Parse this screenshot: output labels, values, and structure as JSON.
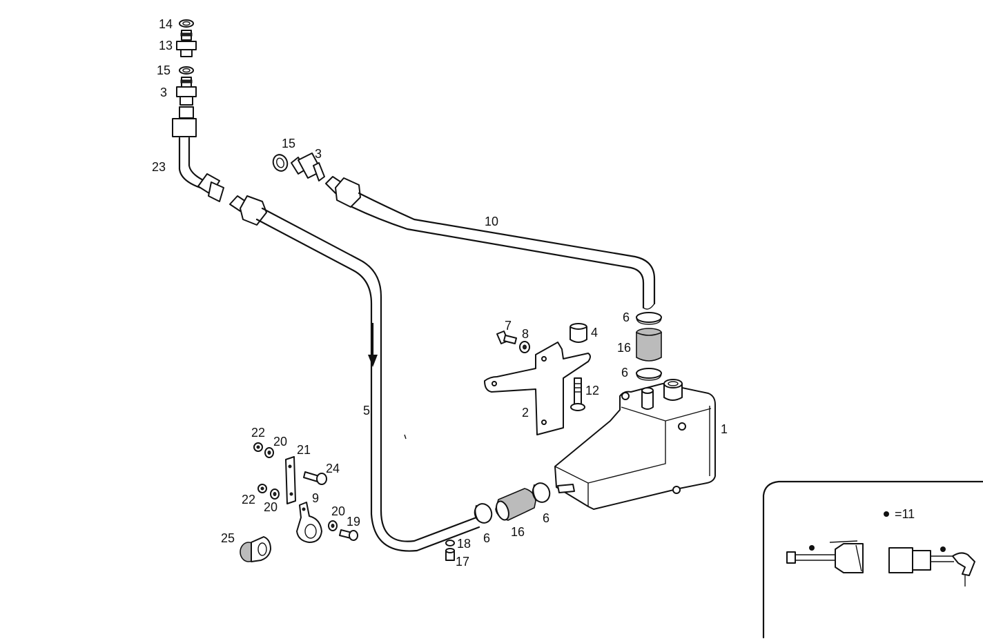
{
  "labels": {
    "l14": "14",
    "l13": "13",
    "l15a": "15",
    "l3a": "3",
    "l23": "23",
    "l15b": "15",
    "l3b": "3",
    "l10": "10",
    "l5": "5",
    "l6a": "6",
    "l16a": "16",
    "l6b": "6",
    "l7": "7",
    "l8": "8",
    "l4": "4",
    "l12": "12",
    "l2": "2",
    "l1": "1",
    "l22a": "22",
    "l20a": "20",
    "l21": "21",
    "l24": "24",
    "l22b": "22",
    "l20b": "20",
    "l9": "9",
    "l20c": "20",
    "l19": "19",
    "l25": "25",
    "l18": "18",
    "l17": "17",
    "l6c": "6",
    "l16b": "16",
    "l6d": "6"
  },
  "inset": {
    "legend_text": "=11"
  }
}
